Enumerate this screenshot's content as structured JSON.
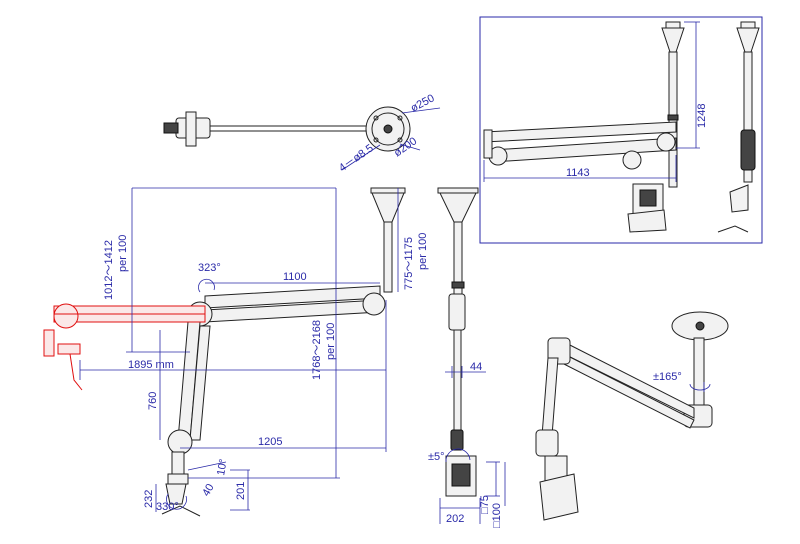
{
  "dimensions": {
    "d250": "ø250",
    "d200": "ø200",
    "holes": "4－ø8.5",
    "w1143": "1143",
    "h1248": "1248",
    "a323": "323°",
    "w1100": "1100",
    "v775": "775～1175",
    "v775per": "per 100",
    "v1012": "1012～1412",
    "v1012per": "per 100",
    "v1768": "1768～2168",
    "v1768per": "per 100",
    "r1895": "1895 mm",
    "h760": "760",
    "w1205": "1205",
    "w44": "44",
    "a165": "±165°",
    "a5": "±5°",
    "h232": "232",
    "a330": "330°",
    "r40": "40",
    "h201": "201",
    "a10": "10°",
    "w202": "202",
    "v75": "□75",
    "v100": "□100"
  },
  "colors": {
    "ink": "#222222",
    "dimension": "#2a2aa8",
    "alternate_position": "#e01010"
  }
}
